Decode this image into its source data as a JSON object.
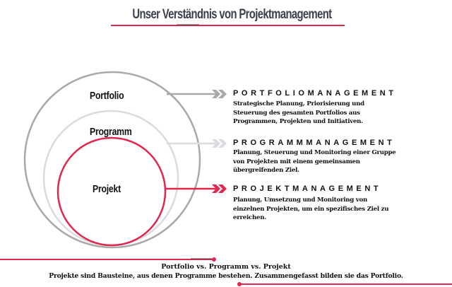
{
  "title": "Unser Verständnis von Projektmanagement",
  "colors": {
    "accent": "#e0284f",
    "title_text": "#3a3f4a",
    "portfolio_ring": "#a9a9a9",
    "programm_ring": "#d9dbde",
    "projekt_ring": "#e0284f",
    "text": "#111111"
  },
  "circles": [
    {
      "id": "portfolio",
      "label": "Portfolio"
    },
    {
      "id": "programm",
      "label": "Programm"
    },
    {
      "id": "projekt",
      "label": "Projekt"
    }
  ],
  "sections": [
    {
      "heading": "PORTFOLIOMANAGEMENT",
      "lines": [
        "Strategische Planung, Priorisierung  und",
        "Steuerung des gesamten Portfolios aus",
        "Programmen, Projekten und Initiativen."
      ]
    },
    {
      "heading": "PROGRAMMMANAGEMENT",
      "lines": [
        "Planung, Steuerung und Monitoring einer Gruppe",
        "von Projekten mit einem gemeinsamen",
        "übergreifenden Ziel."
      ]
    },
    {
      "heading": "PROJEKTMANAGEMENT",
      "lines": [
        "Planung, Umsetzung und Monitoring von",
        "einzelnen Projekten, um ein spezifisches Ziel zu",
        "erreichen."
      ]
    }
  ],
  "footer": {
    "title": "Portfolio vs. Programm vs. Projekt",
    "text": "Projekte sind Bausteine, aus denen Programme bestehen. Zusammengefasst bilden sie das Portfolio."
  }
}
